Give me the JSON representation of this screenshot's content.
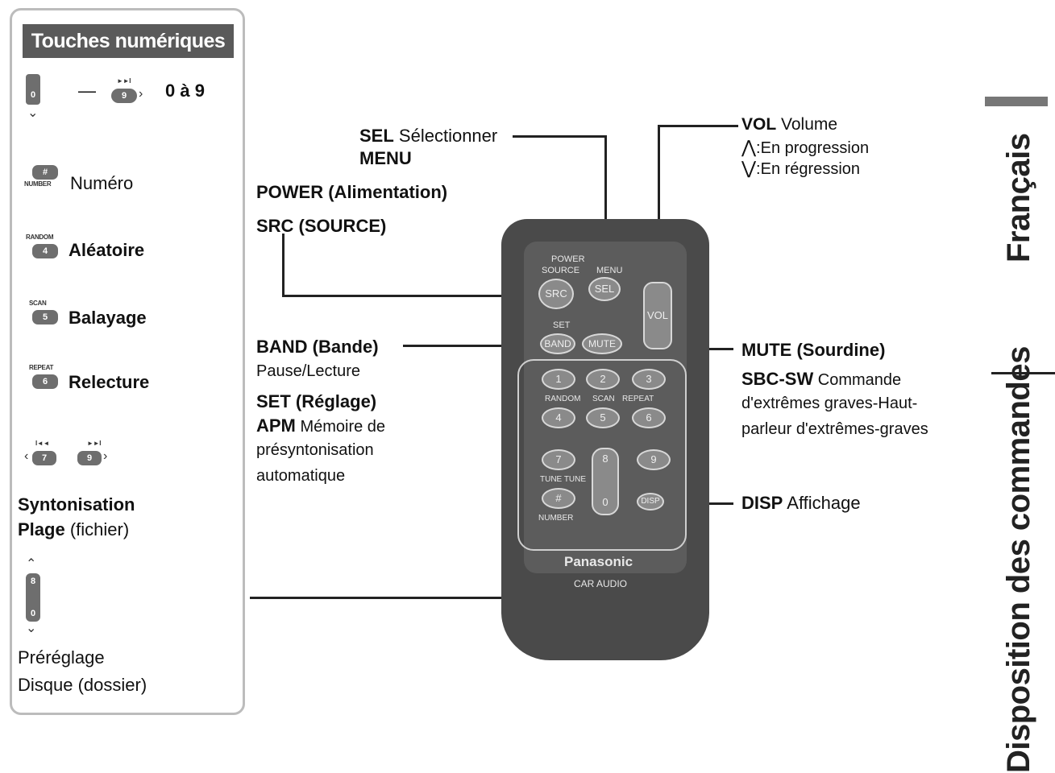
{
  "left_panel": {
    "title": "Touches numériques",
    "digits_range": "0 à 9",
    "dash": "—",
    "key_0": "0",
    "key_9": "9",
    "key_hash": "#",
    "number_label": "NUMBER",
    "numero": "Numéro",
    "random_cap": "RANDOM",
    "key_4": "4",
    "aleatoire": "Aléatoire",
    "scan_cap": "SCAN",
    "key_5": "5",
    "balayage": "Balayage",
    "repeat_cap": "REPEAT",
    "key_6": "6",
    "relecture": "Relecture",
    "key_7": "7",
    "syntonisation": "Syntonisation",
    "plage": "Plage",
    "fichier": "(fichier)",
    "key_8": "8",
    "prereglage": "Préréglage",
    "disque": "Disque (dossier)"
  },
  "labels": {
    "sel_bold": "SEL",
    "sel_text": "Sélectionner",
    "menu": "MENU",
    "power": "POWER (Alimentation)",
    "src": "SRC (SOURCE)",
    "vol_bold": "VOL",
    "vol_text": "Volume",
    "vol_up": ":En progression",
    "vol_down": ":En régression",
    "band": "BAND (Bande)",
    "pause": "Pause/Lecture",
    "set": "SET (Réglage)",
    "apm_bold": "APM",
    "apm_text": "Mémoire de",
    "apm_line2": "présyntonisation",
    "apm_line3": "automatique",
    "mute": "MUTE (Sourdine)",
    "sbc_bold": "SBC-SW",
    "sbc_text": "Commande",
    "sbc_line2": "d'extrêmes graves-Haut-",
    "sbc_line3": "parleur d'extrêmes-graves",
    "disp_bold": "DISP",
    "disp_text": "Affichage"
  },
  "side": {
    "language": "Français",
    "section": "Disposition des commandes"
  },
  "remote": {
    "power": "POWER",
    "source": "SOURCE",
    "menu": "MENU",
    "src": "SRC",
    "sel": "SEL",
    "vol": "VOL",
    "set": "SET",
    "band": "BAND",
    "mute": "MUTE",
    "k1": "1",
    "k2": "2",
    "k3": "3",
    "random": "RANDOM",
    "scan": "SCAN",
    "repeat": "REPEAT",
    "k4": "4",
    "k5": "5",
    "k6": "6",
    "k7": "7",
    "k8": "8",
    "k9": "9",
    "k0": "0",
    "khash": "#",
    "tune": "TUNE TUNE",
    "number": "NUMBER",
    "disp": "DISP",
    "brand": "Panasonic",
    "sub": "CAR AUDIO"
  },
  "colors": {
    "panel_border": "#bcbcbc",
    "title_bg": "#5a5a5a",
    "remote_body": "#4a4a4a"
  }
}
